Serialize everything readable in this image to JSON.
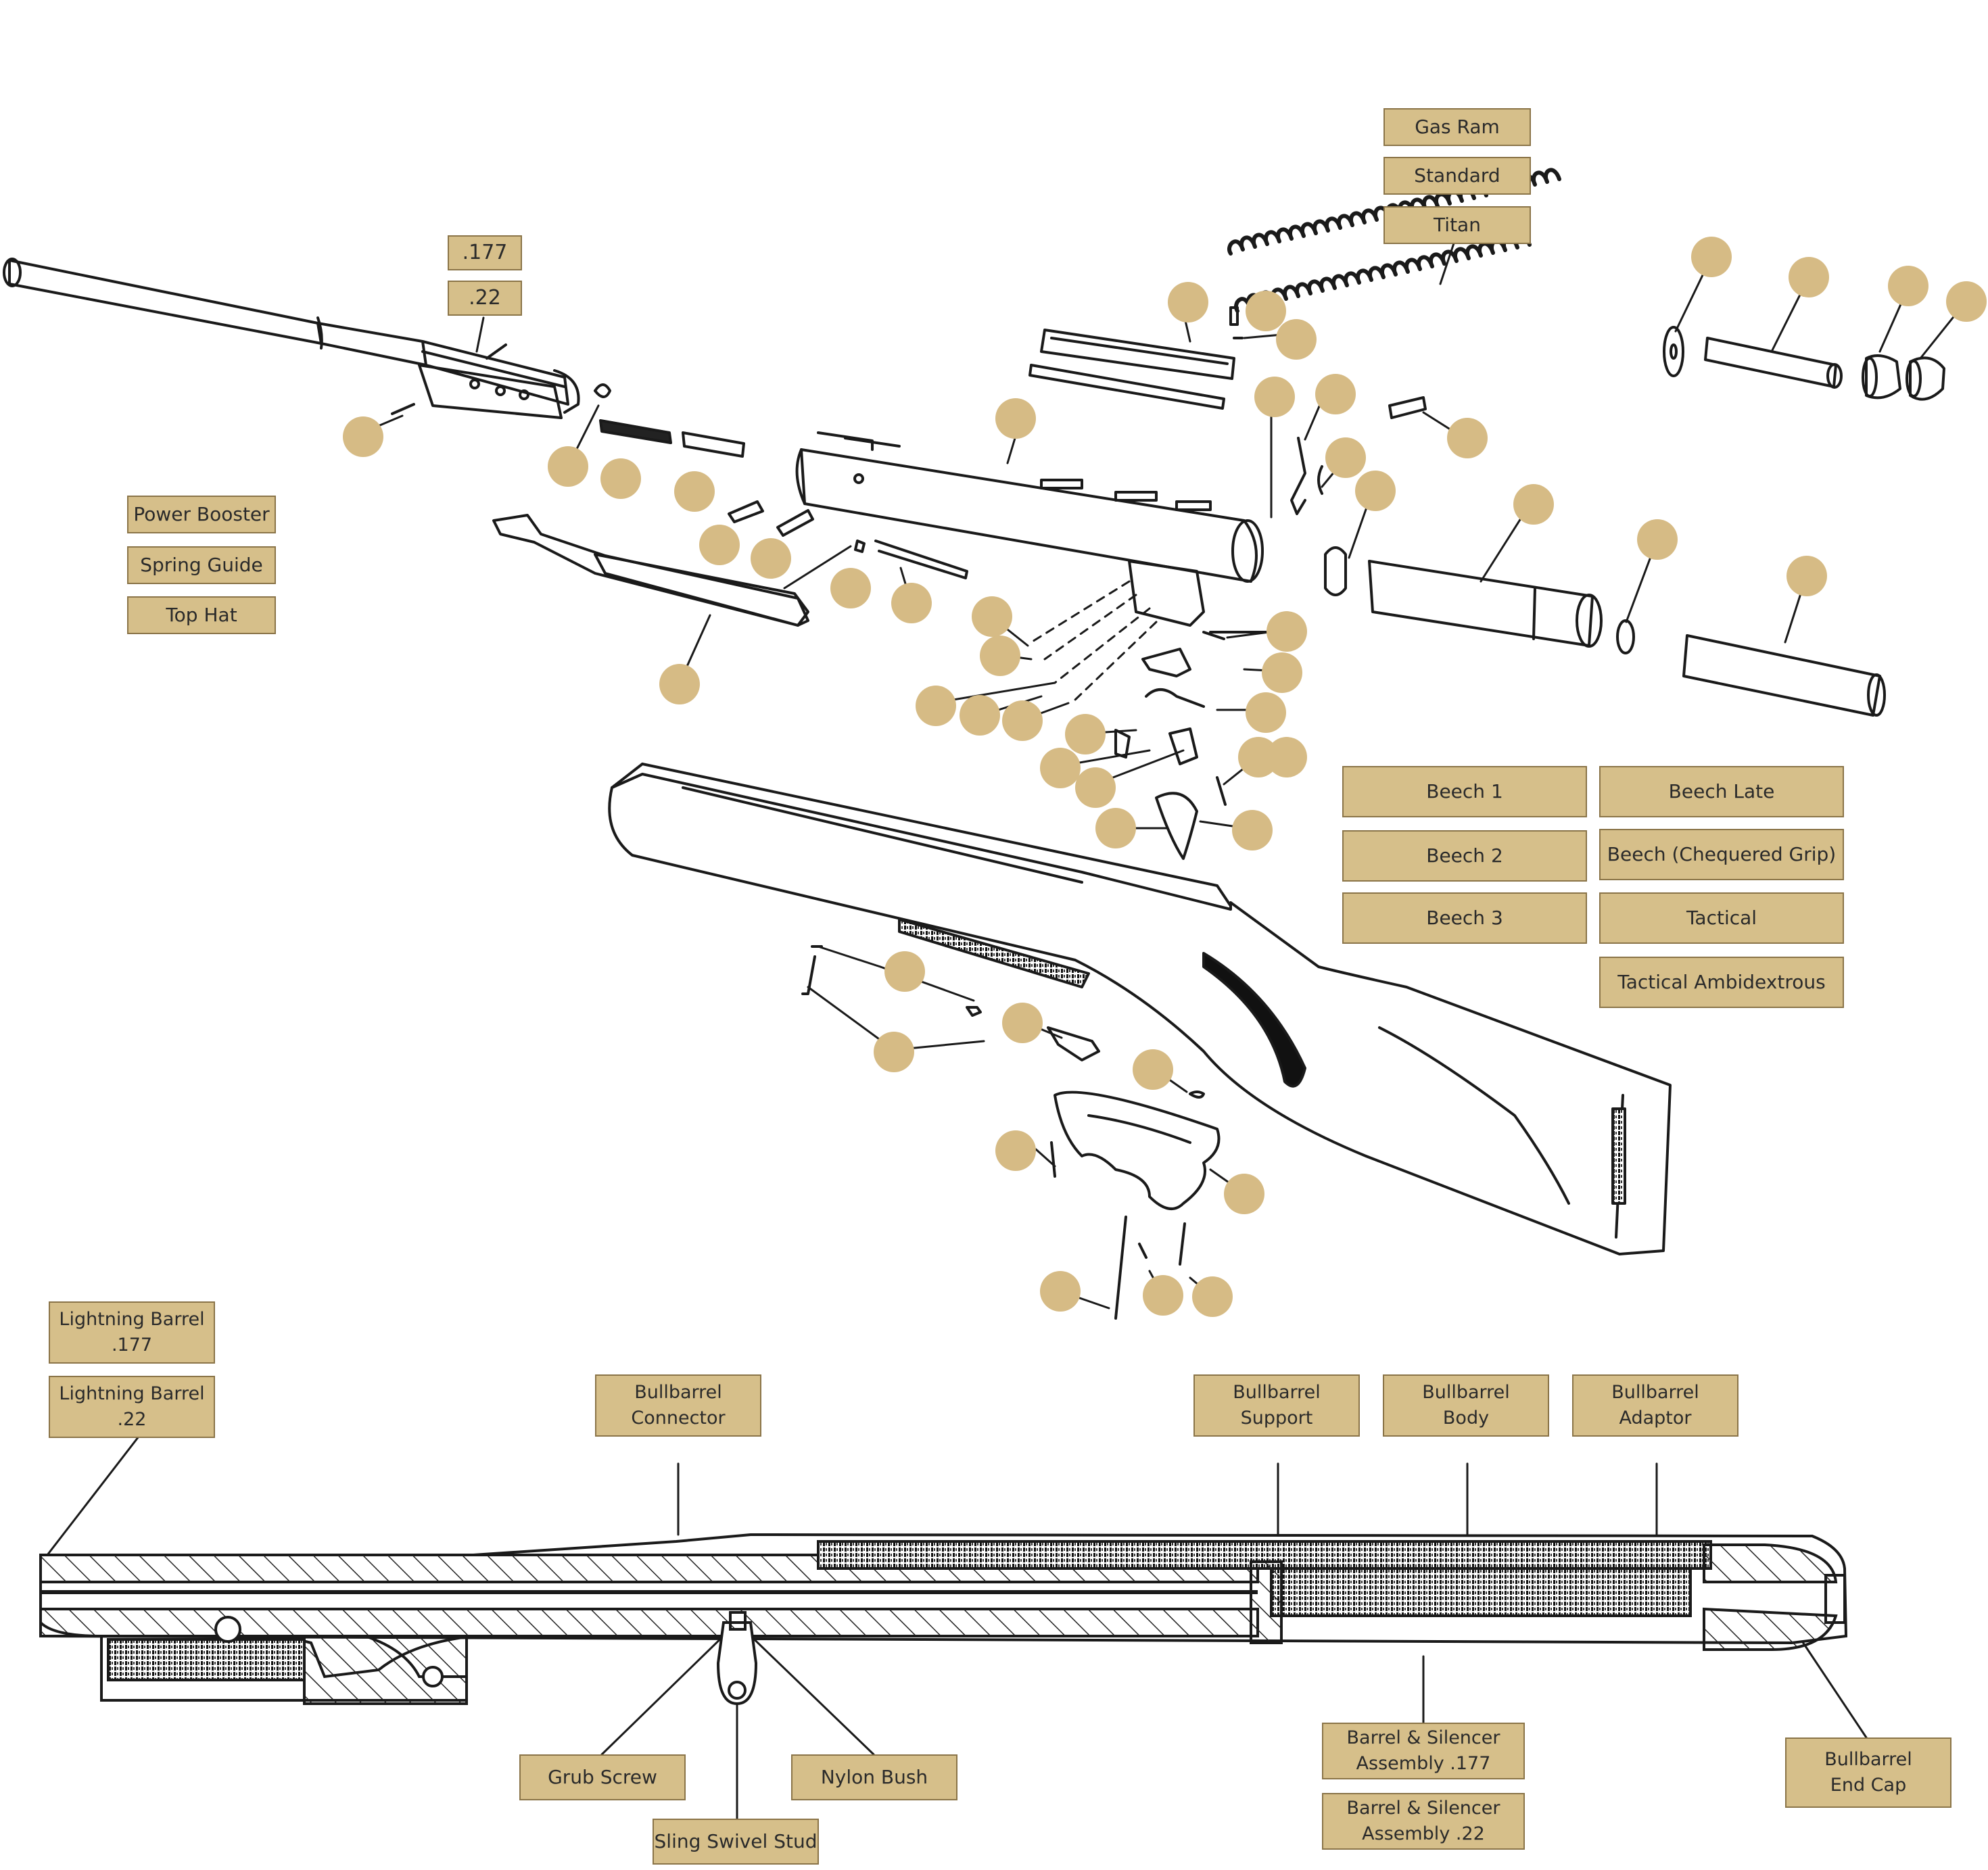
{
  "colors": {
    "label_fill": "#d6bf8a",
    "label_border": "#8a7448",
    "hotspot": "#d6bb85",
    "line": "#1a1a1a"
  },
  "icons": {
    "hotspot": "circle-marker"
  },
  "labels": {
    "gas_ram": "Gas Ram",
    "standard": "Standard",
    "titan": "Titan",
    "cal_177": ".177",
    "cal_22": ".22",
    "power_booster": "Power Booster",
    "spring_guide": "Spring Guide",
    "top_hat": "Top Hat",
    "beech_1": "Beech 1",
    "beech_2": "Beech 2",
    "beech_3": "Beech 3",
    "beech_late": "Beech Late",
    "beech_chequered": "Beech (Chequered Grip)",
    "tactical": "Tactical",
    "tactical_ambi": "Tactical Ambidextrous",
    "lightning_177_l1": "Lightning Barrel",
    "lightning_177_l2": ".177",
    "lightning_22_l1": "Lightning Barrel",
    "lightning_22_l2": ".22",
    "bb_connector_l1": "Bullbarrel",
    "bb_connector_l2": "Connector",
    "bb_support_l1": "Bullbarrel",
    "bb_support_l2": "Support",
    "bb_body_l1": "Bullbarrel",
    "bb_body_l2": "Body",
    "bb_adaptor_l1": "Bullbarrel",
    "bb_adaptor_l2": "Adaptor",
    "grub_screw": "Grub Screw",
    "nylon_bush": "Nylon Bush",
    "sling_swivel": "Sling Swivel Stud",
    "silencer_177_l1": "Barrel & Silencer",
    "silencer_177_l2": "Assembly .177",
    "silencer_22_l1": "Barrel & Silencer",
    "silencer_22_l2": "Assembly .22",
    "end_cap_l1": "Bullbarrel",
    "end_cap_l2": "End Cap"
  }
}
